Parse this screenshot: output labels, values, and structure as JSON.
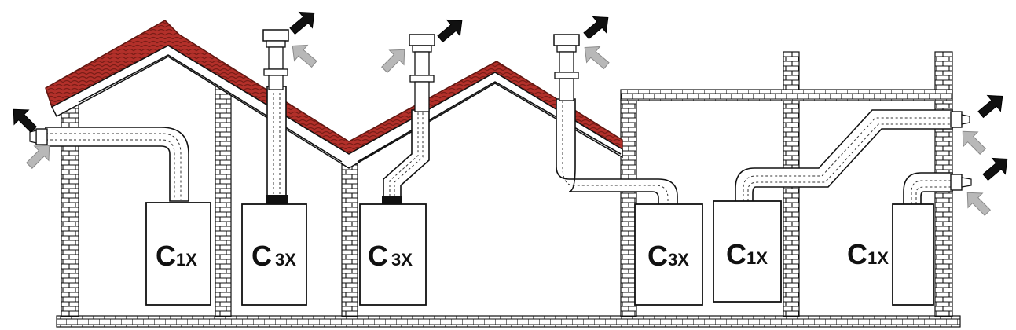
{
  "colors": {
    "roof_tile": "#b3302a",
    "roof_tile_dark": "#7a1d17",
    "flue_out_arrow": "#111111",
    "air_in_arrow": "#b8b8b8",
    "outline": "#111111"
  },
  "boilers": [
    {
      "id": "b1",
      "main": "C",
      "sub": "1X"
    },
    {
      "id": "b2",
      "main": "C",
      "sub": "3X"
    },
    {
      "id": "b3",
      "main": "C",
      "sub": "3X"
    },
    {
      "id": "b4",
      "main": "C",
      "sub": "3X"
    },
    {
      "id": "b5",
      "main": "C",
      "sub": "1X"
    },
    {
      "id": "b6",
      "main": "C",
      "sub": "1X"
    }
  ],
  "icons": {
    "exhaust": "flue-exhaust-arrow-icon",
    "intake": "air-intake-arrow-icon"
  }
}
